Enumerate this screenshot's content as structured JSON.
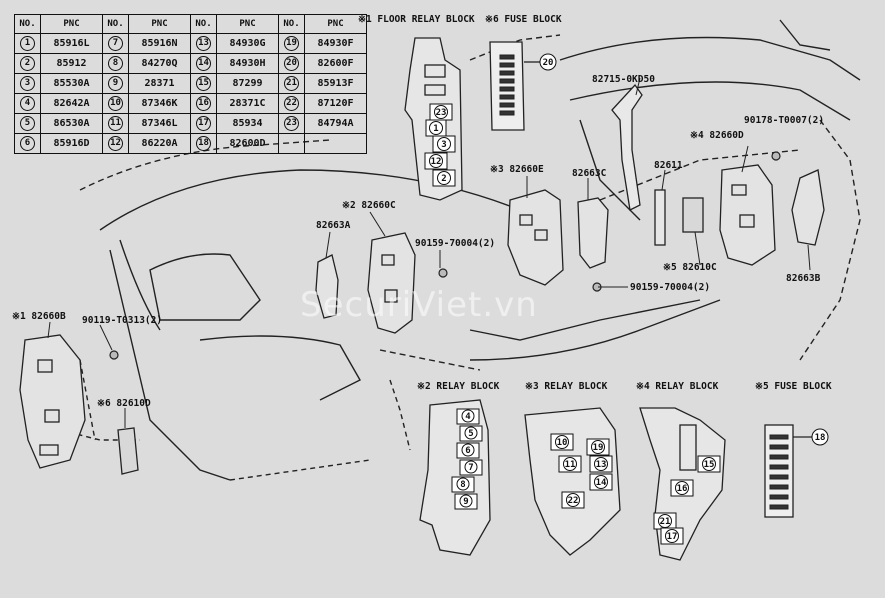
{
  "table": {
    "headers": [
      "NO.",
      "PNC",
      "NO.",
      "PNC",
      "NO.",
      "PNC",
      "NO.",
      "PNC"
    ],
    "rows": [
      [
        "1",
        "85916L",
        "7",
        "85916N",
        "13",
        "84930G",
        "19",
        "84930F"
      ],
      [
        "2",
        "85912",
        "8",
        "84270Q",
        "14",
        "84930H",
        "20",
        "82600F"
      ],
      [
        "3",
        "85530A",
        "9",
        "28371",
        "15",
        "87299",
        "21",
        "85913F"
      ],
      [
        "4",
        "82642A",
        "10",
        "87346K",
        "16",
        "28371C",
        "22",
        "87120F"
      ],
      [
        "5",
        "86530A",
        "11",
        "87346L",
        "17",
        "85934",
        "23",
        "84794A"
      ],
      [
        "6",
        "85916D",
        "12",
        "86220A",
        "18",
        "82600D",
        "",
        ""
      ]
    ]
  },
  "block_titles": {
    "floor_relay": "※1 FLOOR RELAY BLOCK",
    "fuse6": "※6 FUSE BLOCK",
    "relay2": "※2 RELAY BLOCK",
    "relay3": "※3 RELAY BLOCK",
    "relay4": "※4 RELAY BLOCK",
    "fuse5": "※5 FUSE BLOCK"
  },
  "labels": {
    "p82715": "82715-0KD50",
    "p90178": "90178-T0007(2)",
    "p82660D": "※4 82660D",
    "p82611": "82611",
    "p82663C": "82663C",
    "p82660E": "※3 82660E",
    "p82660C": "※2 82660C",
    "p82663A": "82663A",
    "p90159a": "90159-70004(2)",
    "p82610C": "※5 82610C",
    "p90159b": "90159-70004(2)",
    "p82663B": "82663B",
    "p82660B": "※1 82660B",
    "p90119": "90119-T0313(2)",
    "p82610D": "※6 82610D"
  },
  "callouts": {
    "floor": [
      "23",
      "1",
      "3",
      "12",
      "2"
    ],
    "fuse6": "20",
    "relay2": [
      "4",
      "5",
      "6",
      "7",
      "8",
      "9"
    ],
    "relay3": [
      "10",
      "19",
      "11",
      "13",
      "14",
      "22"
    ],
    "relay4": [
      "15",
      "16",
      "21",
      "17"
    ],
    "fuse5": "18"
  },
  "watermark": "SecuriViet.vn"
}
